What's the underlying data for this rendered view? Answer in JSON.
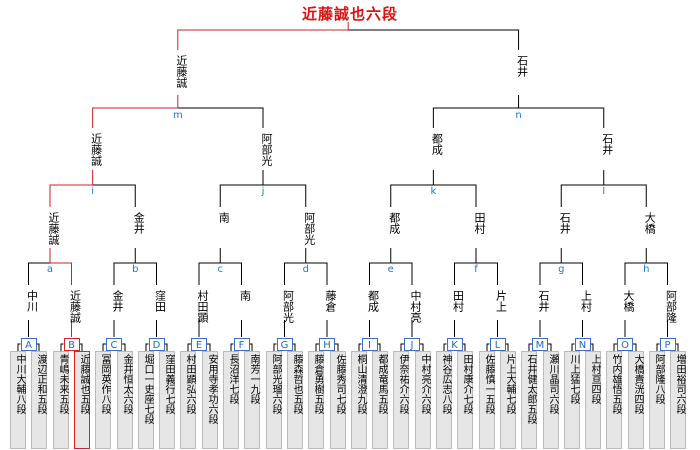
{
  "champion": "近藤誠也六段",
  "colors": {
    "win_line": "#cc2222",
    "line": "#000000",
    "label": "#2277cc",
    "player_bg": "#e6e6e6"
  },
  "final": {
    "top": "近藤誠",
    "bottom": "石井"
  },
  "semis": [
    {
      "label": "m",
      "top": "近藤誠",
      "bottom": "阿部光"
    },
    {
      "label": "n",
      "top": "都成",
      "bottom": "石井"
    }
  ],
  "quarters": [
    {
      "label": "i",
      "top": "近藤誠",
      "bottom": "金井"
    },
    {
      "label": "j",
      "top": "南",
      "bottom": "阿部光"
    },
    {
      "label": "k",
      "top": "都成",
      "bottom": "田村"
    },
    {
      "label": "l",
      "top": "石井",
      "bottom": "大橋"
    }
  ],
  "round2": [
    {
      "label": "a",
      "top": "中川",
      "bottom": "近藤誠"
    },
    {
      "label": "b",
      "top": "金井",
      "bottom": "窪田"
    },
    {
      "label": "c",
      "top": "村田顕",
      "bottom": "南"
    },
    {
      "label": "d",
      "top": "阿部光",
      "bottom": "藤倉"
    },
    {
      "label": "e",
      "top": "都成",
      "bottom": "中村亮"
    },
    {
      "label": "f",
      "top": "田村",
      "bottom": "片上"
    },
    {
      "label": "g",
      "top": "石井",
      "bottom": "上村"
    },
    {
      "label": "h",
      "top": "大橋",
      "bottom": "阿部隆"
    }
  ],
  "blocks": [
    {
      "label": "A",
      "players": [
        "中川大輔八段",
        "渡辺正和五段"
      ]
    },
    {
      "label": "B",
      "players": [
        "青嶋未来五段",
        "近藤誠也五段"
      ]
    },
    {
      "label": "C",
      "players": [
        "冨岡英作八段",
        "金井恒太六段"
      ]
    },
    {
      "label": "D",
      "players": [
        "堀口一史座七段",
        "窪田義行七段"
      ]
    },
    {
      "label": "E",
      "players": [
        "村田顕弘六段",
        "安用寺孝功六段"
      ]
    },
    {
      "label": "F",
      "players": [
        "長沼洋七段",
        "南芳一九段"
      ]
    },
    {
      "label": "G",
      "players": [
        "阿部光瑠六段",
        "藤森哲也五段"
      ]
    },
    {
      "label": "H",
      "players": [
        "藤倉勇樹五段",
        "佐藤秀司七段"
      ]
    },
    {
      "label": "I",
      "players": [
        "桐山清澄九段",
        "都成竜馬五段"
      ]
    },
    {
      "label": "J",
      "players": [
        "伊奈祐介六段",
        "中村亮介六段"
      ]
    },
    {
      "label": "K",
      "players": [
        "神谷広志八段",
        "田村康介七段"
      ]
    },
    {
      "label": "L",
      "players": [
        "佐藤慎一五段",
        "片上大輔七段"
      ]
    },
    {
      "label": "M",
      "players": [
        "石井健太郎五段",
        "瀬川晶司六段"
      ]
    },
    {
      "label": "N",
      "players": [
        "川上猛七段",
        "上村亘四段"
      ]
    },
    {
      "label": "O",
      "players": [
        "竹内雄悟五段",
        "大橋貴洸四段"
      ]
    },
    {
      "label": "P",
      "players": [
        "阿部隆八段",
        "増田裕司六段"
      ]
    }
  ]
}
